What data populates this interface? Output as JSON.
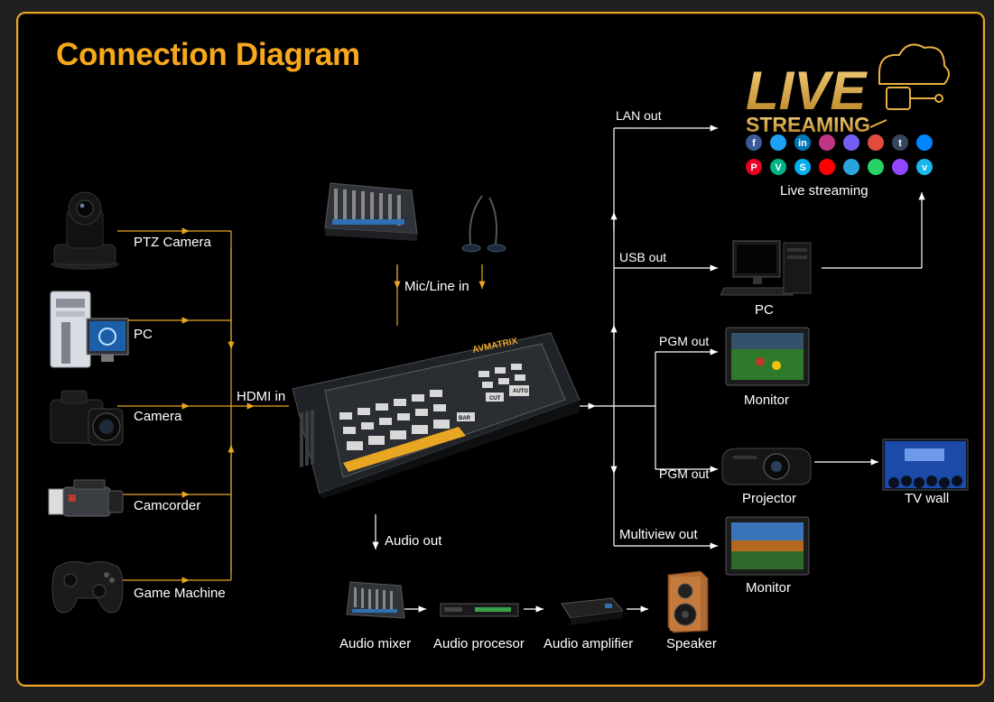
{
  "diagram": {
    "title": "Connection Diagram",
    "inputs": [
      "PTZ Camera",
      "PC",
      "Camera",
      "Camcorder",
      "Game Machine"
    ],
    "hdmi_in_label": "HDMI in",
    "mic_line_label": "Mic/Line in",
    "audio_out_label": "Audio out",
    "switcher_brand": "AVMATRIX",
    "switcher_keys": {
      "bar": "BAR",
      "cut": "CUT",
      "auto": "AUTO"
    },
    "outputs": {
      "lan_out": "LAN out",
      "usb_out": "USB out",
      "pgm_out_1": "PGM out",
      "pgm_out_2": "PGM out",
      "multiview_out": "Multiview out"
    },
    "destinations": {
      "live_streaming": "Live streaming",
      "pc": "PC",
      "monitor_1": "Monitor",
      "projector": "Projector",
      "tv_wall": "TV wall",
      "monitor_2": "Monitor"
    },
    "logo_live": "LIVE",
    "logo_streaming": "STREAMING",
    "audio_chain": [
      "Audio mixer",
      "Audio procesor",
      "Audio amplifier",
      "Speaker"
    ],
    "colors": {
      "accent": "#f7a81b",
      "frame": "#e8a623",
      "line_white": "#ffffff",
      "line_orange": "#e8a623"
    },
    "social_icons_row1": [
      "facebook-icon",
      "twitter-icon",
      "linkedin-icon",
      "instagram-icon",
      "viber-icon",
      "periscope-icon",
      "tumblr-icon",
      "messenger-icon"
    ],
    "social_icons_row2": [
      "pinterest-icon",
      "vine-icon",
      "skype-icon",
      "youtube-icon",
      "telegram-icon",
      "whatsapp-icon",
      "twitch-icon",
      "vimeo-icon"
    ]
  }
}
